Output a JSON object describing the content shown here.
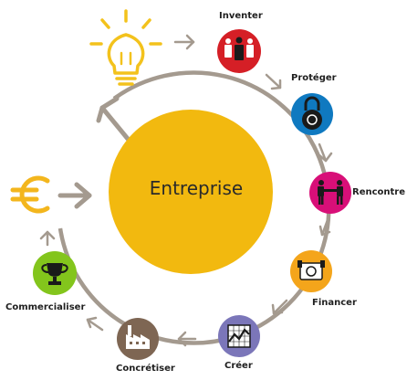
{
  "center": {
    "label": "Entreprise",
    "color": "#f2b90f"
  },
  "steps": [
    {
      "key": "inventer",
      "label": "Inventer",
      "color": "#d51f26",
      "icon": "people-icon"
    },
    {
      "key": "proteger",
      "label": "Protéger",
      "color": "#0f79c0",
      "icon": "padlock-icon"
    },
    {
      "key": "rencontrer",
      "label": "Rencontre",
      "color": "#d80f78",
      "icon": "handshake-icon"
    },
    {
      "key": "financer",
      "label": "Financer",
      "color": "#f4a51b",
      "icon": "money-icon"
    },
    {
      "key": "creer",
      "label": "Créer",
      "color": "#7b76b9",
      "icon": "graph-icon"
    },
    {
      "key": "concretiser",
      "label": "Concrétiser",
      "color": "#7e6653",
      "icon": "factory-icon"
    },
    {
      "key": "commercialiser",
      "label": "Commercialiser",
      "color": "#83c51c",
      "icon": "trophy-icon"
    }
  ],
  "extra_icons": [
    {
      "key": "euro",
      "icon": "euro-icon",
      "glyph": "€",
      "color": "#f3b61d"
    },
    {
      "key": "idea",
      "icon": "lightbulb-icon",
      "color": "#f3c21c"
    }
  ],
  "ring_color": "#a49a8f",
  "arrow_color": "#a49a8f"
}
